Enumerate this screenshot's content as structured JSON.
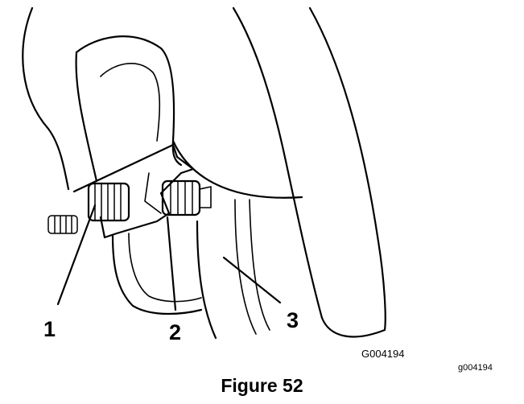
{
  "figure": {
    "callouts": [
      "1",
      "2",
      "3"
    ],
    "graphic_code": "G004194",
    "page_code": "g004194",
    "caption": "Figure 52"
  }
}
